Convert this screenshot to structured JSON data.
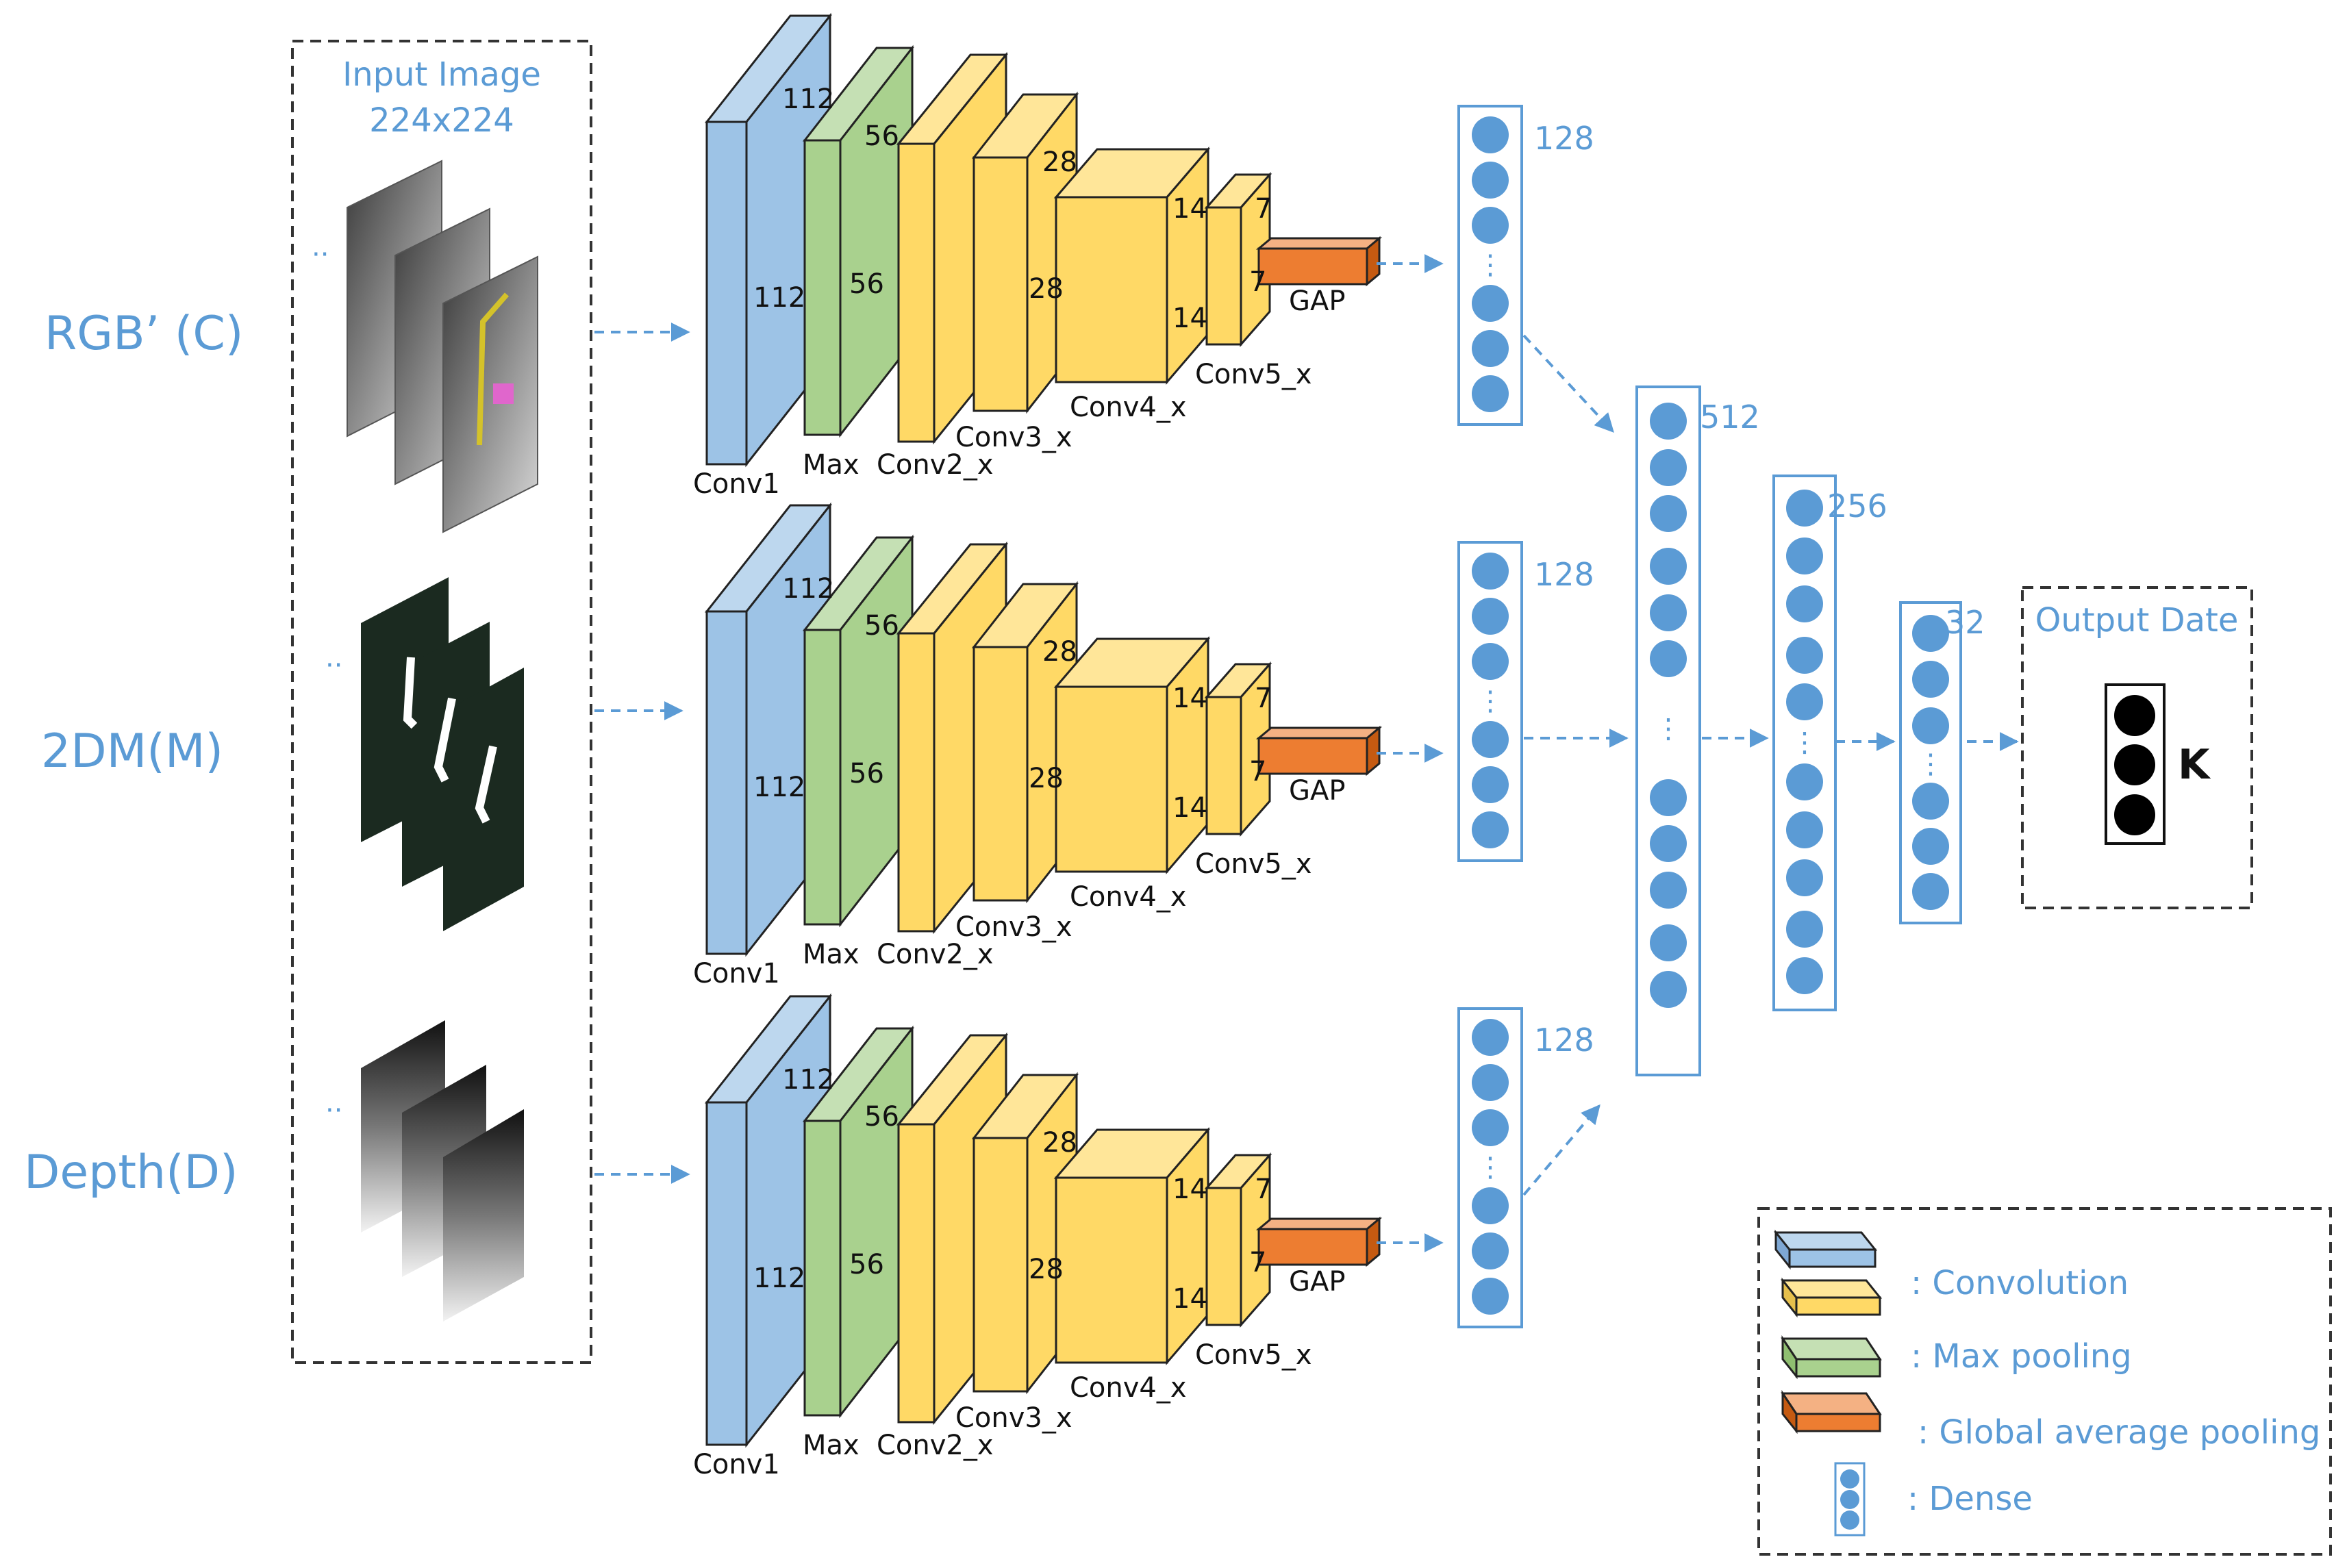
{
  "input_box": {
    "title_line1": "Input Image",
    "title_line2": "224x224",
    "dots": "··"
  },
  "modalities": [
    {
      "label": "RGB’  (C)"
    },
    {
      "label": "2DM(M)"
    },
    {
      "label": "Depth(D)"
    }
  ],
  "cnn": {
    "dims": {
      "conv1_top": "112",
      "conv1_side": "112",
      "max_top": "56",
      "max_side": "56",
      "conv3_top": "28",
      "conv3_side": "28",
      "conv4_top": "14",
      "conv4_side": "14",
      "conv5_top": "7",
      "conv5_side": "7"
    },
    "layer_labels": {
      "conv1": "Conv1",
      "max": "Max",
      "conv2": "Conv2_x",
      "conv3": "Conv3_x",
      "conv4": "Conv4_x",
      "conv5": "Conv5_x",
      "gap": "GAP"
    }
  },
  "dense": {
    "branch_label": "128",
    "fc1_label": "512",
    "fc2_label": "256",
    "fc3_label": "32",
    "ellipsis": "⋮"
  },
  "output": {
    "title": "Output Date",
    "k_label": "K"
  },
  "legend": {
    "items": [
      {
        "label": ":  Convolution"
      },
      {
        "label": ":  Max pooling"
      },
      {
        "label": ":  Global average pooling"
      },
      {
        "label": ":  Dense"
      }
    ]
  },
  "colors": {
    "accent_blue": "#5b9bd5",
    "conv_blue": "#9dc3e6",
    "max_green": "#a9d18e",
    "conv_yellow": "#ffd966",
    "gap_orange": "#ed7d31",
    "node_blue": "#5b9bd5"
  }
}
